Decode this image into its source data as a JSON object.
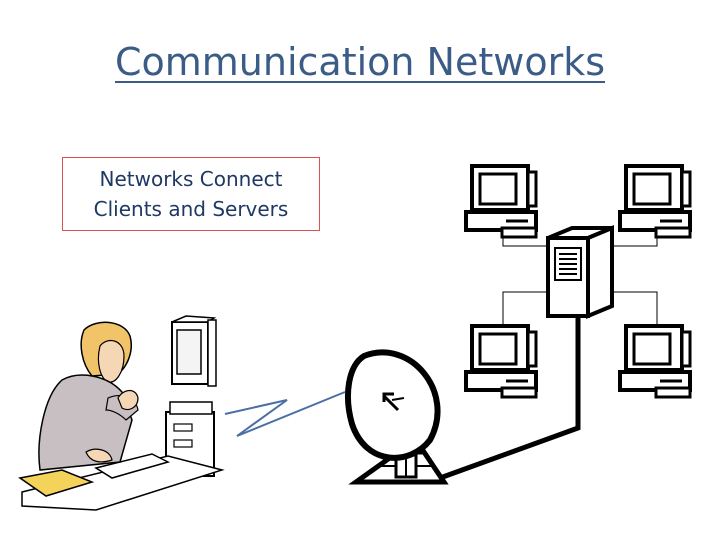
{
  "slide": {
    "title": "Communication Networks",
    "callout_lines": [
      "Networks Connect",
      "Clients and Servers"
    ]
  },
  "colors": {
    "title": "#3b5c86",
    "callout_text": "#1f3864",
    "callout_border": "#d9534f",
    "link_line": "#4a6fa5",
    "skin": "#f6d7b5",
    "hair": "#f2c46a",
    "jacket": "#c8bfc3",
    "folder": "#f3d35a",
    "device_fill": "#ffffff",
    "ink": "#000000"
  },
  "icons": {
    "user_workstation": "woman-at-computer-icon",
    "satellite_dish": "satellite-dish-icon",
    "server": "server-tower-icon",
    "workstation": "desktop-computer-icon"
  }
}
